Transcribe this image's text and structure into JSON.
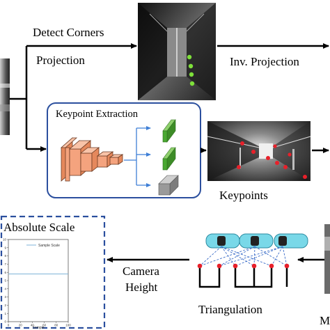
{
  "labels": {
    "detect_corners": "Detect Corners",
    "projection": "Projection",
    "inv_projection": "Inv. Projection",
    "keypoint_extraction": "Keypoint Extraction",
    "keypoints": "Keypoints",
    "absolute_scale": "Absolute Scale",
    "camera": "Camera",
    "height": "Height",
    "triangulation": "Triangulation",
    "cut_right": "M"
  },
  "mini_plot": {
    "legend": "Sample Scale",
    "xlabel": "Sample",
    "y_ticks": [
      "0",
      "1",
      "2",
      "3",
      "4",
      "5",
      "6",
      "7",
      "8",
      "9",
      "10"
    ],
    "x_ticks": [
      "0",
      "20",
      "40",
      "60",
      "80",
      "100"
    ]
  },
  "chart_data": {
    "type": "line",
    "title": "",
    "xlabel": "Sample",
    "ylabel": "",
    "xlim": [
      0,
      100
    ],
    "ylim": [
      0,
      10
    ],
    "series": [
      {
        "name": "Sample Scale",
        "x": [
          0,
          10,
          20,
          30,
          40,
          50,
          60,
          70,
          80,
          90,
          100
        ],
        "y": [
          5.8,
          5.8,
          5.8,
          5.8,
          5.8,
          5.8,
          5.8,
          5.8,
          5.8,
          5.8,
          5.8
        ]
      }
    ]
  },
  "colors": {
    "arrow": "#000000",
    "box_border": "#2b4f9e",
    "dashed_border": "#2b4f9e",
    "cnn_block": "#f4a37e",
    "green_block": "#4aa832",
    "grey_block": "#9a9a9a",
    "keypoint_dot": "#e8202a",
    "corner_dot": "#7ee03a",
    "plot_line": "#7fb3d8",
    "car": "#79d8e8",
    "dashed_link": "#3a6cc8"
  }
}
